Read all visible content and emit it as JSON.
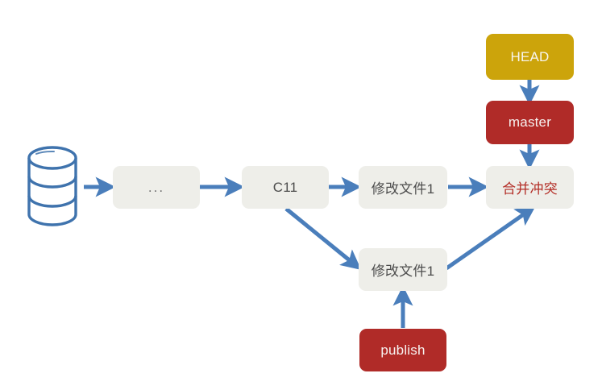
{
  "diagram": {
    "title": "Git merge conflict flow diagram",
    "background": "#ffffff",
    "palette": {
      "arrow": "#4a7ebb",
      "node_fill": "#eeeee9",
      "node_text": "#4d4d4d",
      "gold_fill": "#cca40b",
      "red_fill": "#b02b28",
      "light_text": "#f7f2f0",
      "conflict_text": "#b32d26",
      "db_stroke": "#3f73ad"
    },
    "nodes": {
      "repository": {
        "label": "",
        "icon": "database-cylinder-icon"
      },
      "ellipsis": {
        "label": "..."
      },
      "commit": {
        "label": "C11"
      },
      "modify_file_top": {
        "label": "修改文件1"
      },
      "modify_file_bottom": {
        "label": "修改文件1"
      },
      "merge_conflict": {
        "label": "合并冲突"
      },
      "head": {
        "label": "HEAD"
      },
      "master": {
        "label": "master"
      },
      "publish": {
        "label": "publish"
      }
    },
    "edges": [
      {
        "name": "repository-to-ellipsis",
        "from": "repository",
        "to": "ellipsis"
      },
      {
        "name": "ellipsis-to-commit",
        "from": "ellipsis",
        "to": "commit"
      },
      {
        "name": "commit-to-modify-file-top",
        "from": "commit",
        "to": "modify_file_top"
      },
      {
        "name": "commit-to-modify-file-bottom",
        "from": "commit",
        "to": "modify_file_bottom"
      },
      {
        "name": "modify-file-top-to-merge-conflict",
        "from": "modify_file_top",
        "to": "merge_conflict"
      },
      {
        "name": "modify-file-bottom-to-merge-conflict",
        "from": "modify_file_bottom",
        "to": "merge_conflict"
      },
      {
        "name": "head-to-master",
        "from": "head",
        "to": "master"
      },
      {
        "name": "master-to-merge-conflict",
        "from": "master",
        "to": "merge_conflict"
      },
      {
        "name": "publish-to-modify-file-bottom",
        "from": "publish",
        "to": "modify_file_bottom"
      }
    ]
  }
}
